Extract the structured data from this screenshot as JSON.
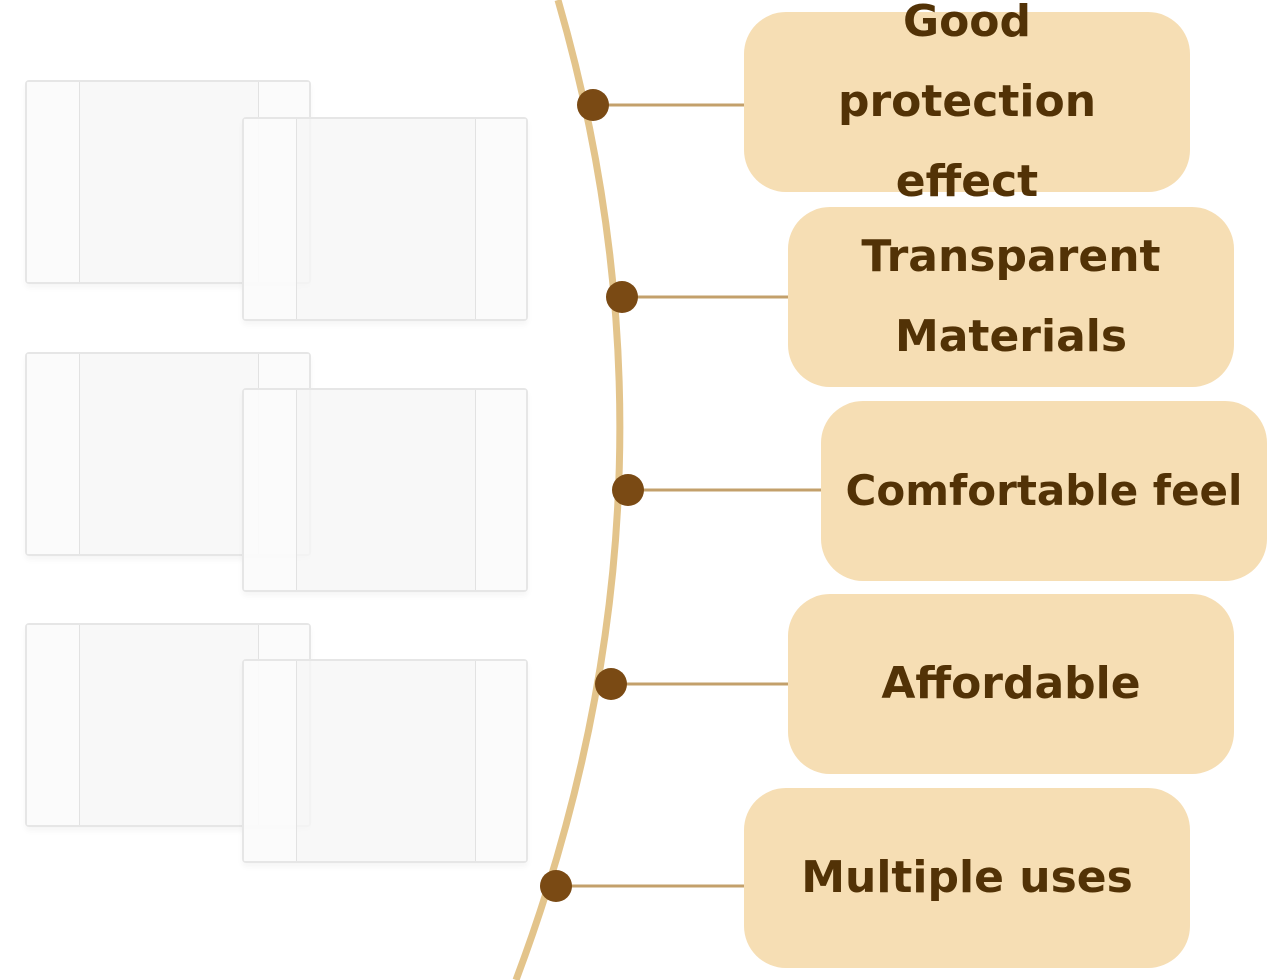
{
  "features": [
    {
      "label": "Good protection effect"
    },
    {
      "label": "Transparent Materials"
    },
    {
      "label": "Comfortable feel"
    },
    {
      "label": "Affordable"
    },
    {
      "label": "Multiple uses"
    }
  ],
  "colors": {
    "box_fill": "#f6deb4",
    "text": "#523206",
    "arc": "#e3c48b",
    "connector": "#c3a06b",
    "dot": "#7a4a14",
    "sleeve_border": "#e6e6e6"
  },
  "illustration": {
    "item": "clear-plastic-sleeve",
    "count": 6
  }
}
